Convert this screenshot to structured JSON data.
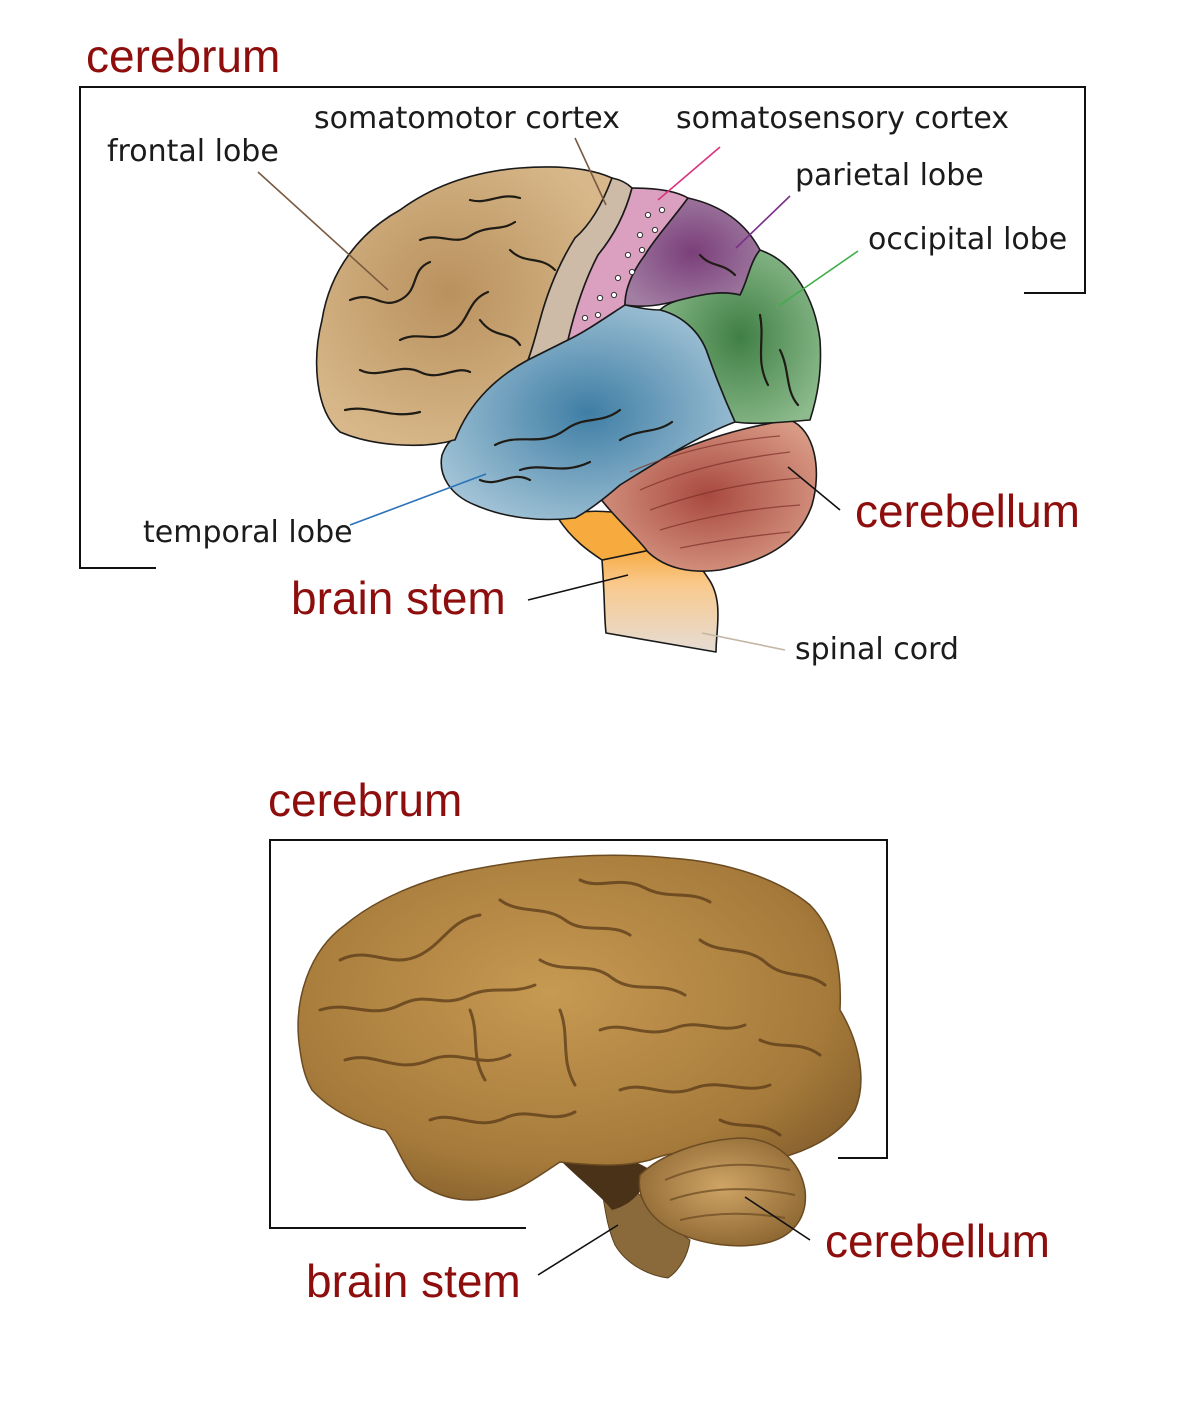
{
  "diagram": {
    "labels": {
      "cerebrum": "cerebrum",
      "frontal_lobe": "frontal lobe",
      "somatomotor_cortex": "somatomotor cortex",
      "somatosensory_cortex": "somatosensory cortex",
      "parietal_lobe": "parietal lobe",
      "occipital_lobe": "occipital lobe",
      "temporal_lobe": "temporal lobe",
      "cerebellum": "cerebellum",
      "brain_stem": "brain stem",
      "spinal_cord": "spinal cord"
    },
    "colors": {
      "label_red": "#8e0e0e",
      "frontal": "#caa372",
      "somatomotor": "#cdb9a4",
      "somatosensory": "#d98fb8",
      "parietal": "#8e5b8f",
      "occipital": "#5f9a5f",
      "temporal": "#6a9fbe",
      "cerebellum": "#c06a5e",
      "brain_stem": "#f6b24c",
      "spinal_cord": "#e8ddd0"
    }
  },
  "photo": {
    "labels": {
      "cerebrum": "cerebrum",
      "cerebellum": "cerebellum",
      "brain_stem": "brain stem"
    }
  }
}
